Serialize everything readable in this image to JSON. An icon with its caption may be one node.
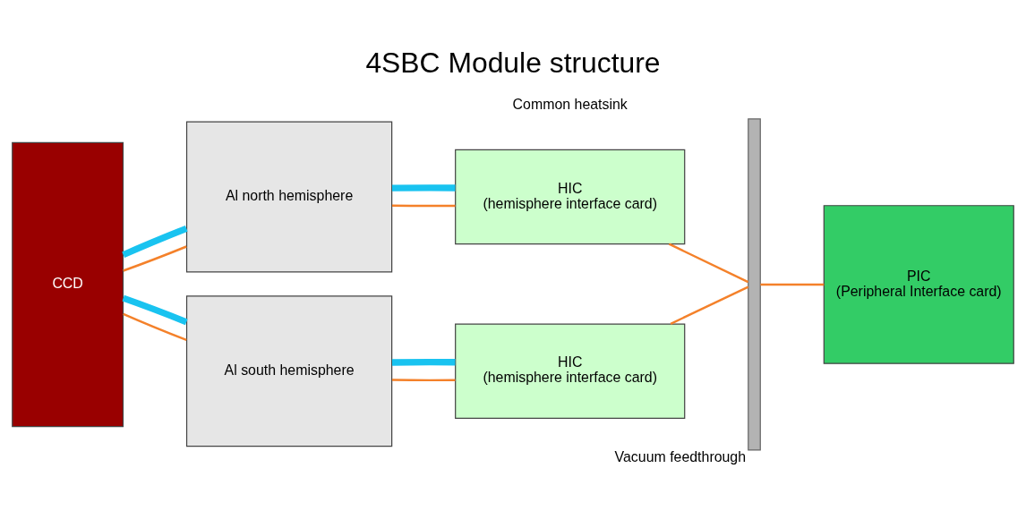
{
  "diagram": {
    "title": "4SBC Module structure",
    "nodes": [
      {
        "text": [
          "CCD"
        ]
      },
      {
        "text": [
          "Al north hemisphere"
        ]
      },
      {
        "text": [
          "Al south hemisphere"
        ]
      },
      {
        "text": [
          "HIC",
          "(hemisphere interface card)"
        ]
      },
      {
        "text": [
          "HIC",
          "(hemisphere interface card)"
        ]
      },
      {
        "text": [
          "Vacuum feedthrough"
        ]
      },
      {
        "text": [
          "PIC",
          "(Peripheral Interface card)"
        ]
      }
    ],
    "edges": [
      {
        "from": 0,
        "to": 1,
        "arrow": "none"
      },
      {
        "from": 0,
        "to": 2,
        "arrow": "none"
      },
      {
        "from": 0,
        "to": 1,
        "arrow": "none",
        "style": "thick",
        "color": "#19c3f0"
      },
      {
        "from": 0,
        "to": 2,
        "arrow": "none",
        "style": "thick",
        "color": "#19c3f0"
      },
      {
        "from": 1,
        "to": 3,
        "arrow": "none"
      },
      {
        "from": 2,
        "to": 4,
        "arrow": "none"
      },
      {
        "from": 1,
        "to": 3,
        "arrow": "none",
        "style": "thick",
        "color": "#19c3f0"
      },
      {
        "from": 2,
        "to": 4,
        "arrow": "none",
        "style": "thick",
        "color": "#19c3f0"
      },
      {
        "from": 3,
        "to": 5,
        "arrow": "none"
      },
      {
        "from": 4,
        "to": 5,
        "arrow": "none"
      },
      {
        "from": 5,
        "to": 6,
        "arrow": "none"
      }
    ],
    "labels": [
      "Common heatsink"
    ]
  }
}
